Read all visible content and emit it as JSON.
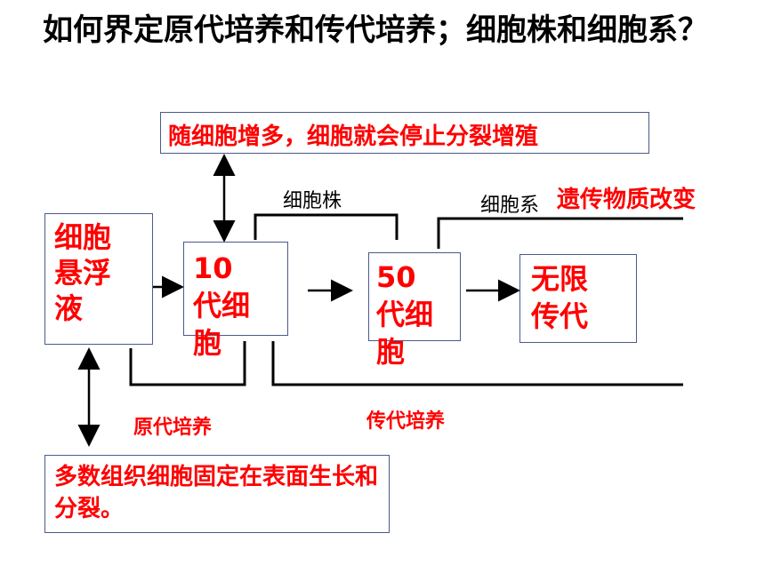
{
  "title": "如何界定原代培养和传代培养；细胞株和细胞系？",
  "top_note": "随细胞增多，细胞就会停止分裂增殖",
  "bottom_note": "多数组织细胞固定在表面生长和分裂。",
  "nodes": {
    "suspension": "细胞悬浮液",
    "gen10": "10代细胞",
    "gen50": "50代细胞",
    "infinite": "无限传代"
  },
  "labels": {
    "cell_strain": "细胞株",
    "cell_line": "细胞系",
    "genetic_change": "遗传物质改变",
    "primary_culture": "原代培养",
    "passage_culture": "传代培养"
  }
}
